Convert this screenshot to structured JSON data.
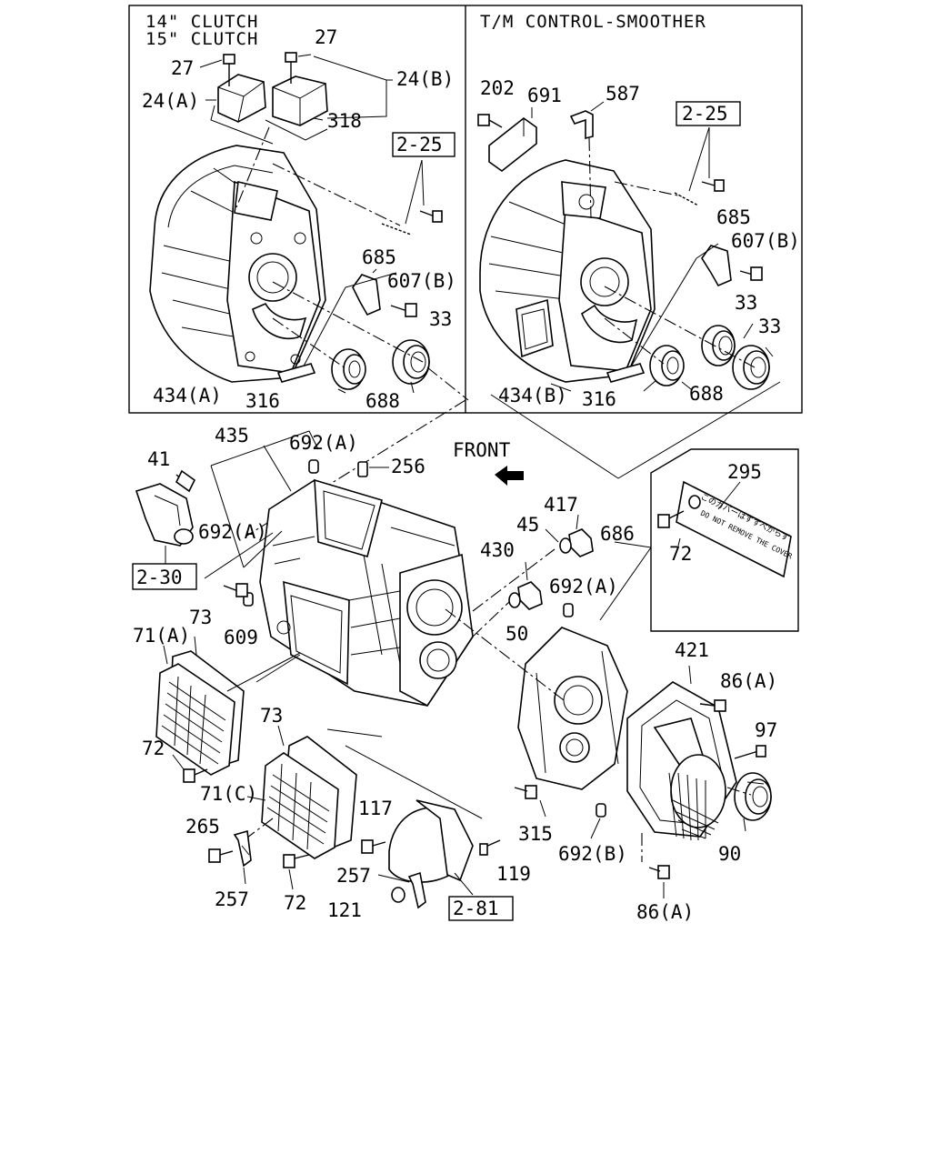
{
  "panels": {
    "clutch": {
      "title_lines": [
        "14\" CLUTCH",
        "15\" CLUTCH"
      ]
    },
    "smoother": {
      "title": "T/M CONTROL-SMOOTHER"
    }
  },
  "front_label": "FRONT",
  "callouts": [
    {
      "id": "c-27a",
      "text": "27"
    },
    {
      "id": "c-27b",
      "text": "27"
    },
    {
      "id": "c-24b",
      "text": "24(B)"
    },
    {
      "id": "c-24a",
      "text": "24(A)"
    },
    {
      "id": "c-318",
      "text": "318"
    },
    {
      "id": "c-225a",
      "text": "2-25"
    },
    {
      "id": "c-685a",
      "text": "685"
    },
    {
      "id": "c-607a",
      "text": "607(B)"
    },
    {
      "id": "c-33a",
      "text": "33"
    },
    {
      "id": "c-434a",
      "text": "434(A)"
    },
    {
      "id": "c-316a",
      "text": "316"
    },
    {
      "id": "c-688a",
      "text": "688"
    },
    {
      "id": "c-202",
      "text": "202"
    },
    {
      "id": "c-691",
      "text": "691"
    },
    {
      "id": "c-587",
      "text": "587"
    },
    {
      "id": "c-225b",
      "text": "2-25"
    },
    {
      "id": "c-685b",
      "text": "685"
    },
    {
      "id": "c-607b",
      "text": "607(B)"
    },
    {
      "id": "c-33b",
      "text": "33"
    },
    {
      "id": "c-33c",
      "text": "33"
    },
    {
      "id": "c-434b",
      "text": "434(B)"
    },
    {
      "id": "c-316b",
      "text": "316"
    },
    {
      "id": "c-688b",
      "text": "688"
    },
    {
      "id": "c-435",
      "text": "435"
    },
    {
      "id": "c-692a1",
      "text": "692(A)"
    },
    {
      "id": "c-256",
      "text": "256"
    },
    {
      "id": "c-41",
      "text": "41"
    },
    {
      "id": "c-692a2",
      "text": "692(A)"
    },
    {
      "id": "c-230",
      "text": "2-30"
    },
    {
      "id": "c-609",
      "text": "609"
    },
    {
      "id": "c-73a",
      "text": "73"
    },
    {
      "id": "c-71a",
      "text": "71(A)"
    },
    {
      "id": "c-72a",
      "text": "72"
    },
    {
      "id": "c-73b",
      "text": "73"
    },
    {
      "id": "c-71c",
      "text": "71(C)"
    },
    {
      "id": "c-265",
      "text": "265"
    },
    {
      "id": "c-257a",
      "text": "257"
    },
    {
      "id": "c-72b",
      "text": "72"
    },
    {
      "id": "c-117",
      "text": "117"
    },
    {
      "id": "c-257b",
      "text": "257"
    },
    {
      "id": "c-121",
      "text": "121"
    },
    {
      "id": "c-281",
      "text": "2-81"
    },
    {
      "id": "c-119",
      "text": "119"
    },
    {
      "id": "c-417",
      "text": "417"
    },
    {
      "id": "c-45",
      "text": "45"
    },
    {
      "id": "c-686",
      "text": "686"
    },
    {
      "id": "c-430",
      "text": "430"
    },
    {
      "id": "c-692a3",
      "text": "692(A)"
    },
    {
      "id": "c-50",
      "text": "50"
    },
    {
      "id": "c-421",
      "text": "421"
    },
    {
      "id": "c-86a1",
      "text": "86(A)"
    },
    {
      "id": "c-97",
      "text": "97"
    },
    {
      "id": "c-315",
      "text": "315"
    },
    {
      "id": "c-692b",
      "text": "692(B)"
    },
    {
      "id": "c-90",
      "text": "90"
    },
    {
      "id": "c-86a2",
      "text": "86(A)"
    },
    {
      "id": "c-295",
      "text": "295"
    },
    {
      "id": "c-72c",
      "text": "72"
    }
  ],
  "caution_label": {
    "line1": "このカバーはずすべからず",
    "line2": "DO NOT REMOVE THE COVER"
  }
}
